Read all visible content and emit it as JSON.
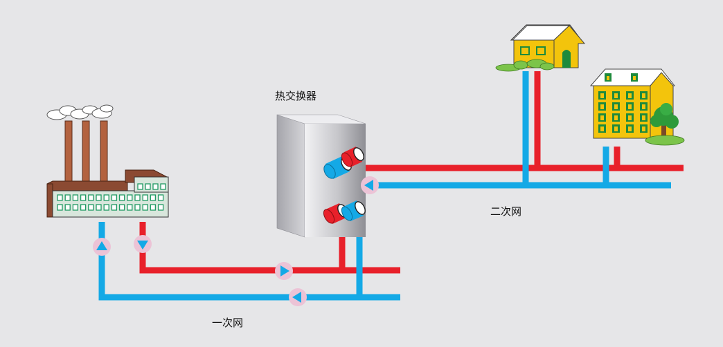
{
  "labels": {
    "heat_exchanger": "热交换器",
    "secondary_network": "二次网",
    "primary_network": "一次网"
  },
  "colors": {
    "background": "#e6e6e8",
    "supply_pipe": "#e8202a",
    "return_pipe": "#14a9e6",
    "pump_disc": "#ecc3d6",
    "pump_arrow_blue": "#14a9e6",
    "factory_brick": "#8b4a32",
    "factory_wall": "#d8e6dc",
    "factory_window": "#1f9a63",
    "exchanger_body": "#c8c8cc",
    "house_wall": "#f3c40c",
    "house_roof": "#ffffff",
    "window_green": "#1e8a3c",
    "tree_green": "#2e9a3a",
    "grass_green": "#7cc44a"
  },
  "icons": {
    "factory": "factory-icon",
    "heat_exchanger": "heat-exchanger-icon",
    "house": "house-icon",
    "apartment": "apartment-building-icon",
    "pump": "circulation-pump-icon",
    "tree": "tree-icon"
  }
}
